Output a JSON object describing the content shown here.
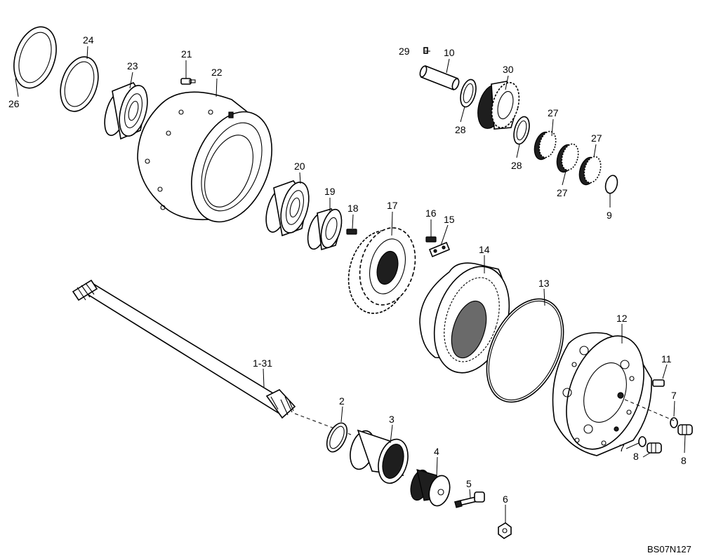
{
  "diagram": {
    "drawing_code": "BS07N127",
    "callouts": {
      "c1_31": "1-31",
      "c2": "2",
      "c3": "3",
      "c4": "4",
      "c5": "5",
      "c6": "6",
      "c7a": "7",
      "c7b": "7",
      "c8a": "8",
      "c8b": "8",
      "c9": "9",
      "c10": "10",
      "c11": "11",
      "c12": "12",
      "c13": "13",
      "c14": "14",
      "c15": "15",
      "c16": "16",
      "c17": "17",
      "c18": "18",
      "c19": "19",
      "c20": "20",
      "c21": "21",
      "c22": "22",
      "c23": "23",
      "c24": "24",
      "c26": "26",
      "c27a": "27",
      "c27b": "27",
      "c27c": "27",
      "c28a": "28",
      "c28b": "28",
      "c29": "29",
      "c30": "30"
    }
  }
}
